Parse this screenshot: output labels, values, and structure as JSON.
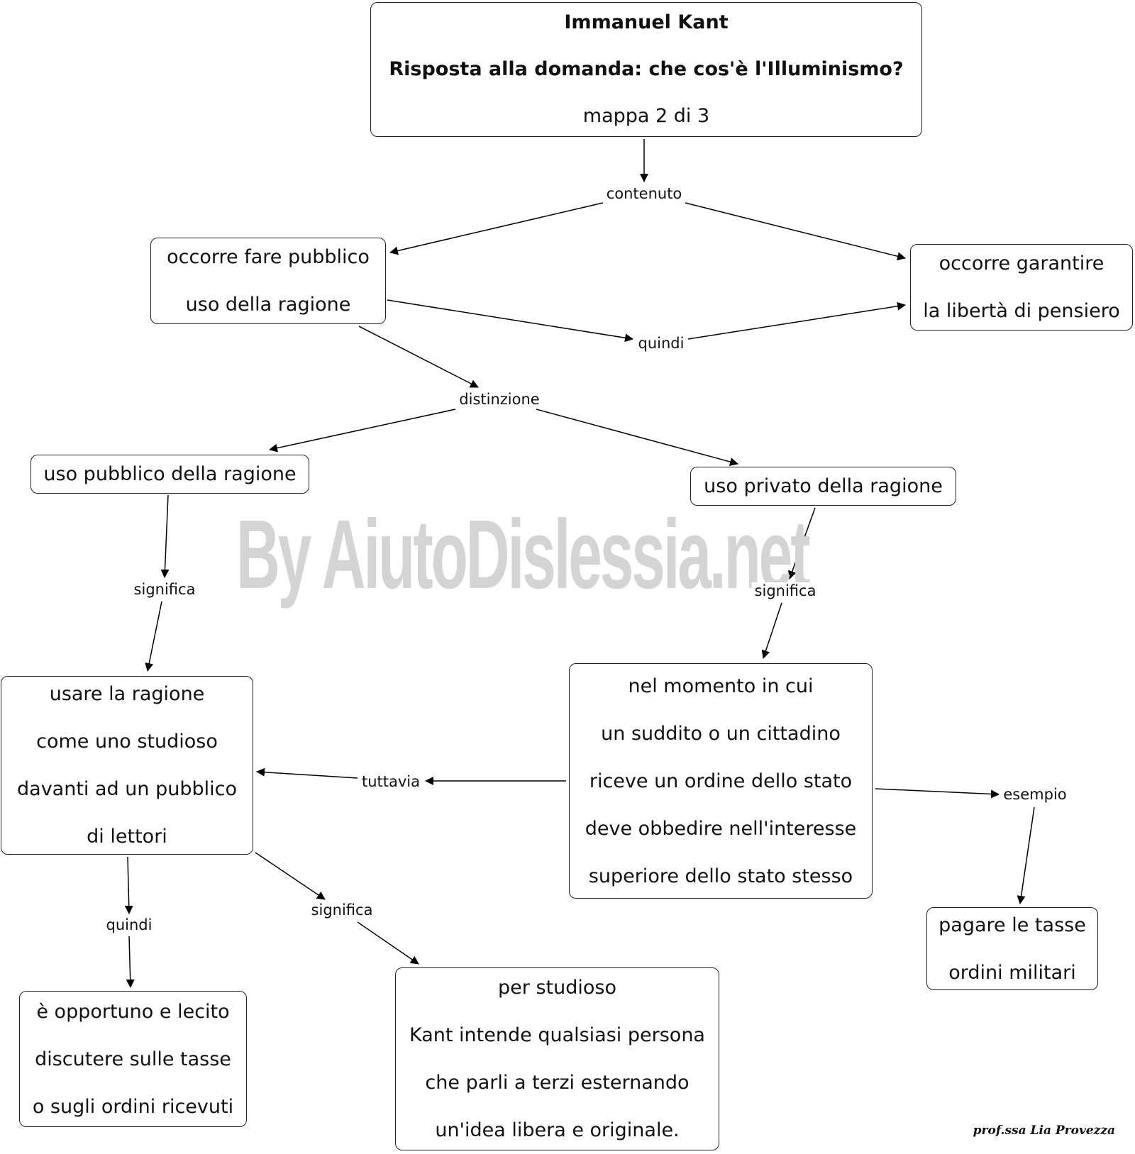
{
  "nodes": {
    "root": {
      "line1": "Immanuel Kant",
      "line2": "Risposta alla domanda: che cos'è l'Illuminismo?",
      "line3": "mappa 2 di 3"
    },
    "pubblico_uso": [
      "occorre fare pubblico",
      "uso della ragione"
    ],
    "liberta": [
      "occorre garantire",
      "la libertà di pensiero"
    ],
    "uso_pubblico": [
      "uso pubblico della ragione"
    ],
    "uso_privato": [
      "uso privato della ragione"
    ],
    "usare_ragione": [
      "usare la ragione",
      "come uno studioso",
      "davanti ad un pubblico",
      "di lettori"
    ],
    "momento": [
      "nel momento in cui",
      "un suddito o un cittadino",
      "riceve un ordine dello stato",
      "deve obbedire nell'interesse",
      "superiore dello stato stesso"
    ],
    "tasse_militari": [
      "pagare le tasse",
      "ordini militari"
    ],
    "opportuno": [
      "è opportuno e lecito",
      "discutere sulle tasse",
      "o sugli ordini ricevuti"
    ],
    "studioso": [
      "per studioso",
      "Kant intende qualsiasi persona",
      "che parli a terzi esternando",
      "un'idea libera e originale."
    ]
  },
  "labels": {
    "contenuto": "contenuto",
    "quindi_top": "quindi",
    "distinzione": "distinzione",
    "significa_left": "significa",
    "significa_right": "significa",
    "tuttavia": "tuttavia",
    "esempio": "esempio",
    "quindi_bottom": "quindi",
    "significa_bottom": "significa"
  },
  "watermark": "By AiutoDislessia.net",
  "signature": "prof.ssa Lia Provezza"
}
